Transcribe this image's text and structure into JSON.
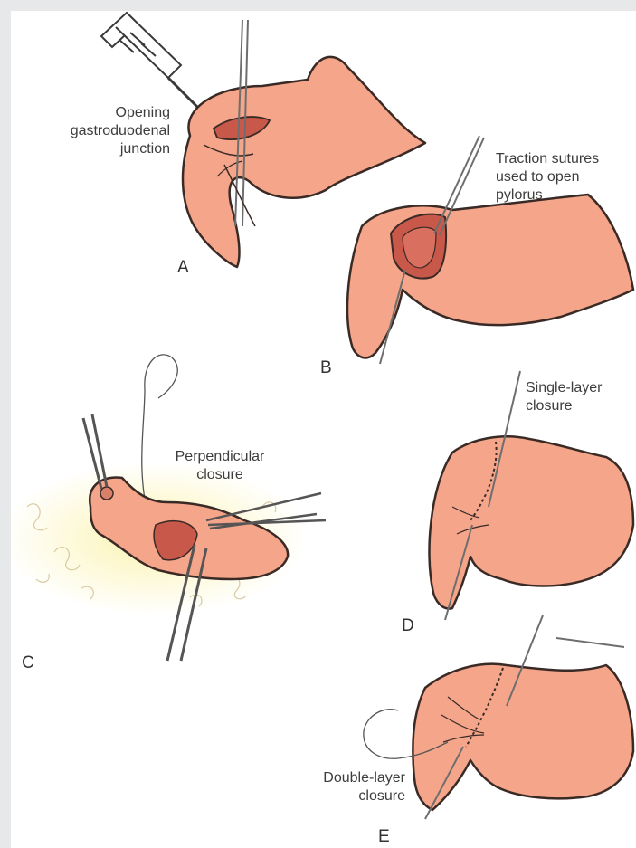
{
  "labels": {
    "a_line1": "Opening",
    "a_line2": "gastroduodenal",
    "a_line3": "junction",
    "b_line1": "Traction sutures",
    "b_line2": "used to open",
    "b_line3": "pylorus",
    "c_line1": "Perpendicular",
    "c_line2": "closure",
    "d_line1": "Single-layer",
    "d_line2": "closure",
    "e_line1": "Double-layer",
    "e_line2": "closure"
  },
  "panels": {
    "a": "A",
    "b": "B",
    "c": "C",
    "d": "D",
    "e": "E"
  },
  "colors": {
    "tissue": "#f4a58a",
    "tissue_light": "#f9c3ac",
    "outline": "#3a2a25",
    "mucosa": "#c8584a",
    "fat_glow": "#fbf2a8",
    "instrument": "#6e6e6e"
  }
}
